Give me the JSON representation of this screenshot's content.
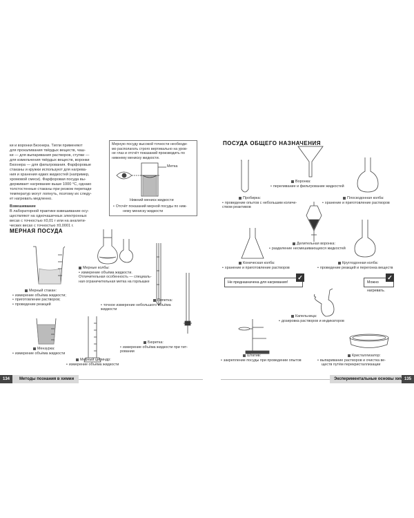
{
  "left": {
    "intro_lines": [
      "ки и воронки Бюхнера. Тигли применяют",
      "для прокаливания твёрдых веществ, чаш-",
      "ки — для выпаривания растворов, ступки —",
      "для измельчения твёрдых веществ, воронки",
      "Бюхнера — для фильтрования. Фарфоровые",
      "стаканы и кружки используют для нагрева-",
      "ния и хранения едких жидкостей (например,",
      "хромовой смеси). Фарфоровая посуда вы-",
      "держивает нагревание выше 1000 °С, однако",
      "толстостенные стаканы при резком перепаде",
      "температур могут лопнуть, поэтому их следу-",
      "ет нагревать медленно."
    ],
    "weigh_title": "Взвешивание",
    "weigh_lines": [
      "В лабораторной практике взвешивание осу-",
      "ществляют на одночашечных электронных",
      "весах с точностью ±0,01 г или на аналити-",
      "ческих весах с точностью ±0,0001 г."
    ],
    "box_lines": [
      "Мерную посуду высокой точности необходи-",
      "мо располагать строго вертикально на уров-",
      "не глаз и отсчёт показаний производить по",
      "нижнему мениску жидкости."
    ],
    "box_label_mark": "Метка",
    "box_label_meniscus": "Нижний мениск жидкости",
    "box_bullet_lines": [
      "Отсчёт показаний мерной посуды по ниж-",
      "нему мениску жидкости"
    ],
    "measure_heading": "МЕРНАЯ ПОСУДА",
    "flasks_title": "Мерные колбы:",
    "flasks_lines": [
      "измерение объёма жидкости.",
      "Отличительная особенность — специаль-",
      "ная ограничительная метка на горлышке"
    ],
    "beaker_title": "Мерный стакан:",
    "beaker_items": [
      "измерение объёма жидкости;",
      "приготовление растворов;",
      "проведение реакций"
    ],
    "pipette_title": "Пипетка:",
    "pipette_lines": [
      "точное измерение небольшого объёма",
      "жидкости"
    ],
    "mensurka_title": "Мензурка:",
    "mensurka_lines": [
      "измерение объёма жидкости"
    ],
    "burette_title": "Бюретка:",
    "burette_lines": [
      "измерение объёма жидкости при тит-",
      "ровании"
    ],
    "cylinder_title": "Мерный цилиндр:",
    "cylinder_lines": [
      "измерение объёма жидкости"
    ],
    "footer_page": "134",
    "footer_text": "Методы познания в химии"
  },
  "right": {
    "heading": "ПОСУДА ОБЩЕГО НАЗНАЧЕНИЯ",
    "funnel_title": "Воронка:",
    "funnel_lines": [
      "переливание и фильтрование жидкостей"
    ],
    "testtube_title": "Пробирка:",
    "testtube_lines": [
      "проведение опытов с небольшим количе-",
      "ством реактивов"
    ],
    "flatflask_title": "Плоскодонная колба:",
    "flatflask_lines": [
      "хранение и приготовление растворов"
    ],
    "sepfunnel_title": "Делительная воронка:",
    "sepfunnel_lines": [
      "разделение несмешивающихся жидкостей"
    ],
    "conical_title": "Коническая колба:",
    "conical_lines": [
      "хранение и приготовление растворов"
    ],
    "roundflask_title": "Круглодонная колба:",
    "roundflask_lines": [
      "проведение реакций и перегонка веществ"
    ],
    "note_no_heat": "Не предназначена для нагревания!",
    "note_can_heat": "Можно нагревать.",
    "dropper_title": "Капельница:",
    "dropper_lines": [
      "дозировка растворов и индикаторов"
    ],
    "stand_title": "Штатив:",
    "stand_lines": [
      "закрепление посуды при проведении опытов"
    ],
    "crystal_title": "Кристаллизатор:",
    "crystal_lines": [
      "выпаривание растворов и очистка ве-",
      "ществ путём перекристаллизации"
    ],
    "footer_page": "135",
    "footer_text": "Экспериментальные основы химии"
  }
}
